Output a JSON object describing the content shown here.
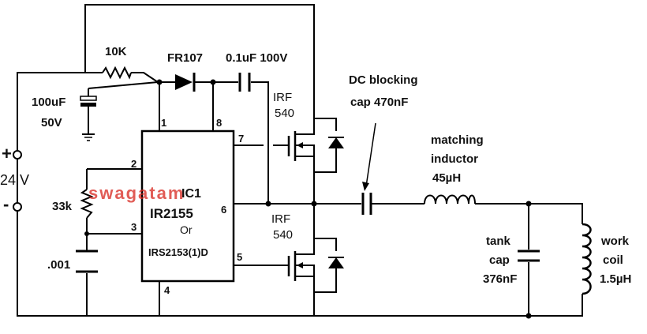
{
  "labels": {
    "r10k": "10K",
    "diode": "FR107",
    "cap01": "0.1uF 100V",
    "dc_block_1": "DC blocking",
    "dc_block_2": "cap 470nF",
    "cap100_1": "100uF",
    "cap100_2": "50V",
    "irf_top_1": "IRF",
    "irf_top_2": "540",
    "irf_bot_1": "IRF",
    "irf_bot_2": "540",
    "match_1": "matching",
    "match_2": "inductor",
    "match_3": "45µH",
    "plus": "+",
    "volt": "24 V",
    "minus": "-",
    "r33k": "33k",
    "c001": ".001",
    "ic_1": "IC1",
    "ic_2": "IR2155",
    "ic_3": "Or",
    "ic_4": "IRS2153(1)D",
    "tank_1": "tank",
    "tank_2": "cap",
    "tank_3": "376nF",
    "work_1": "work",
    "work_2": "coil",
    "work_3": "1.5µH",
    "watermark": "swagatam"
  },
  "pins": {
    "p1": "1",
    "p2": "2",
    "p3": "3",
    "p4": "4",
    "p5": "5",
    "p6": "6",
    "p7": "7",
    "p8": "8"
  }
}
